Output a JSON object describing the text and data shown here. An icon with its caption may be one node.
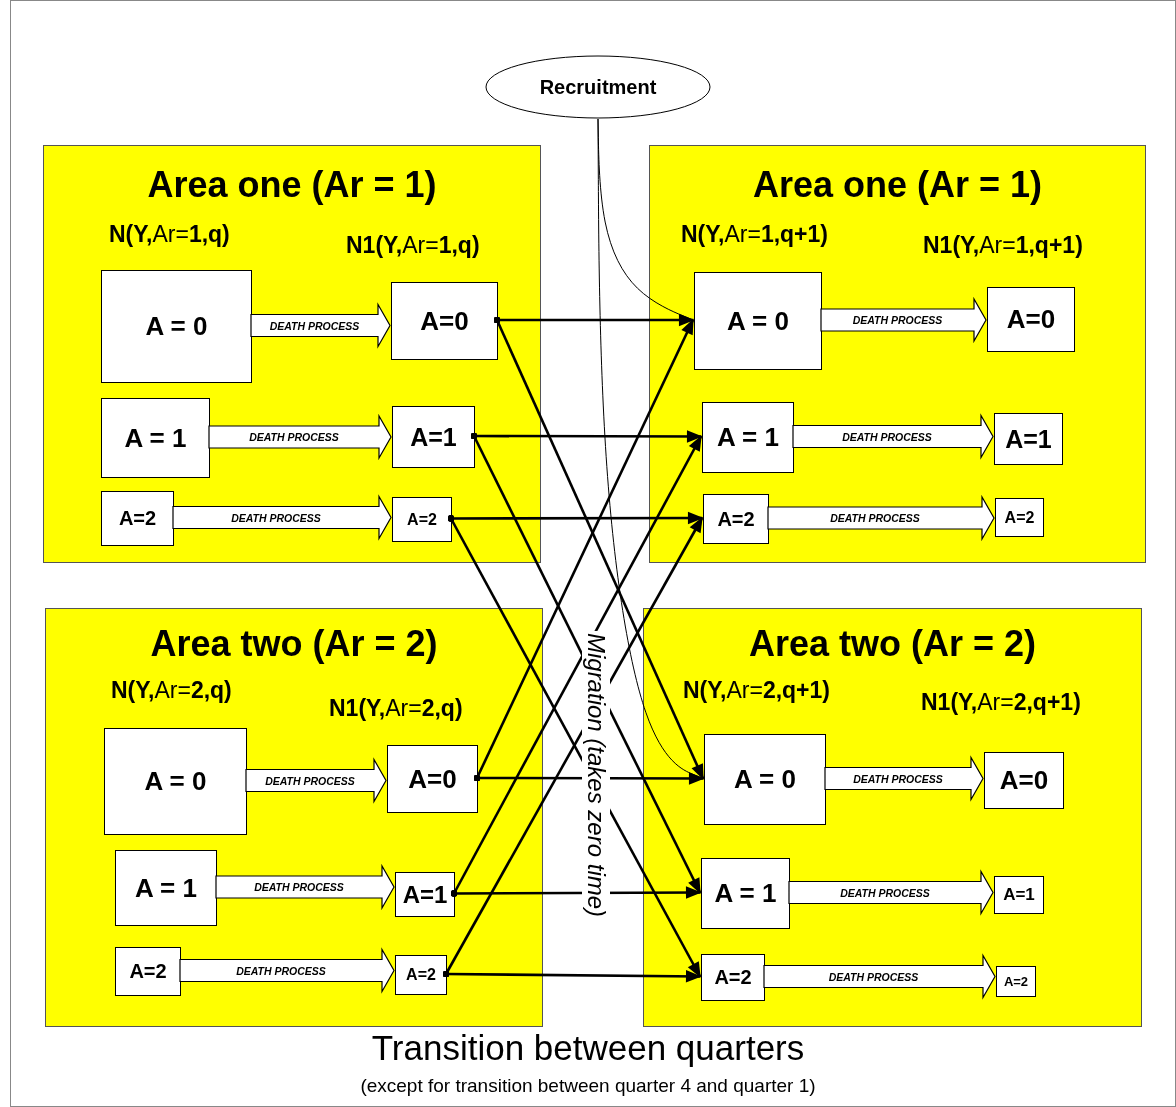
{
  "diagram": {
    "title": "Transition between quarters",
    "caption": "(except for transition between quarter 4 and quarter 1)",
    "nodes": [
      {
        "text": [
          "Recruitment"
        ]
      },
      {
        "text": [
          "Area one (Ar = 1)",
          "**N(Y,**Ar=**1,q)**",
          "**N1(Y,**Ar=**1,q)**"
        ]
      },
      {
        "text": [
          "A = 0"
        ],
        "in": 1
      },
      {
        "text": [
          "A=0"
        ],
        "in": 1
      },
      {
        "text": [
          "A = 1"
        ],
        "in": 1
      },
      {
        "text": [
          "A=1"
        ],
        "in": 1
      },
      {
        "text": [
          "A=2"
        ],
        "in": 1
      },
      {
        "text": [
          "A=2"
        ],
        "in": 1
      },
      {
        "text": [
          "Area one (Ar = 1)",
          "**N(Y,**Ar=**1,q+1)**",
          "**N1(Y,**Ar=**1,q+1)**"
        ]
      },
      {
        "text": [
          "A = 0"
        ],
        "in": 8
      },
      {
        "text": [
          "A=0"
        ],
        "in": 8
      },
      {
        "text": [
          "A = 1"
        ],
        "in": 8
      },
      {
        "text": [
          "A=1"
        ],
        "in": 8
      },
      {
        "text": [
          "A=2"
        ],
        "in": 8
      },
      {
        "text": [
          "A=2"
        ],
        "in": 8
      },
      {
        "text": [
          "Area two (Ar = 2)",
          "**N(Y,**Ar=**2,q)**",
          "**N1(Y,**Ar=**2,q)**"
        ]
      },
      {
        "text": [
          "A = 0"
        ],
        "in": 15
      },
      {
        "text": [
          "A=0"
        ],
        "in": 15
      },
      {
        "text": [
          "A = 1"
        ],
        "in": 15
      },
      {
        "text": [
          "A=1"
        ],
        "in": 15
      },
      {
        "text": [
          "A=2"
        ],
        "in": 15
      },
      {
        "text": [
          "A=2"
        ],
        "in": 15
      },
      {
        "text": [
          "Area two (Ar = 2)",
          "**N(Y,**Ar=**2,q+1)**",
          "**N1(Y,**Ar=**2,q+1)**"
        ]
      },
      {
        "text": [
          "A = 0"
        ],
        "in": 22
      },
      {
        "text": [
          "A=0"
        ],
        "in": 22
      },
      {
        "text": [
          "A = 1"
        ],
        "in": 22
      },
      {
        "text": [
          "A=1"
        ],
        "in": 22
      },
      {
        "text": [
          "A=2"
        ],
        "in": 22
      },
      {
        "text": [
          "A=2"
        ],
        "in": 22
      }
    ],
    "edges": [
      {
        "from": 2,
        "to": 3,
        "arrow": "to",
        "label": "DEATH PROCESS",
        "style": "thick"
      },
      {
        "from": 4,
        "to": 5,
        "arrow": "to",
        "label": "DEATH PROCESS",
        "style": "thick"
      },
      {
        "from": 6,
        "to": 7,
        "arrow": "to",
        "label": "DEATH PROCESS",
        "style": "thick"
      },
      {
        "from": 9,
        "to": 10,
        "arrow": "to",
        "label": "DEATH PROCESS",
        "style": "thick"
      },
      {
        "from": 11,
        "to": 12,
        "arrow": "to",
        "label": "DEATH PROCESS",
        "style": "thick"
      },
      {
        "from": 13,
        "to": 14,
        "arrow": "to",
        "label": "DEATH PROCESS",
        "style": "thick"
      },
      {
        "from": 16,
        "to": 17,
        "arrow": "to",
        "label": "DEATH PROCESS",
        "style": "thick"
      },
      {
        "from": 18,
        "to": 19,
        "arrow": "to",
        "label": "DEATH PROCESS",
        "style": "thick"
      },
      {
        "from": 20,
        "to": 21,
        "arrow": "to",
        "label": "DEATH PROCESS",
        "style": "thick"
      },
      {
        "from": 23,
        "to": 24,
        "arrow": "to",
        "label": "DEATH PROCESS",
        "style": "thick"
      },
      {
        "from": 25,
        "to": 26,
        "arrow": "to",
        "label": "DEATH PROCESS",
        "style": "thick"
      },
      {
        "from": 27,
        "to": 28,
        "arrow": "to",
        "label": "DEATH PROCESS",
        "style": "thick"
      },
      {
        "from": 3,
        "to": 9,
        "arrow": "to"
      },
      {
        "from": 3,
        "to": 23,
        "arrow": "to"
      },
      {
        "from": 5,
        "to": 11,
        "arrow": "to"
      },
      {
        "from": 5,
        "to": 25,
        "arrow": "to"
      },
      {
        "from": 7,
        "to": 13,
        "arrow": "to"
      },
      {
        "from": 7,
        "to": 27,
        "arrow": "to"
      },
      {
        "from": 17,
        "to": 23,
        "arrow": "to"
      },
      {
        "from": 17,
        "to": 9,
        "arrow": "to"
      },
      {
        "from": 19,
        "to": 25,
        "arrow": "to"
      },
      {
        "from": 19,
        "to": 11,
        "arrow": "to"
      },
      {
        "from": 21,
        "to": 27,
        "arrow": "to"
      },
      {
        "from": 21,
        "to": 13,
        "arrow": "to"
      },
      {
        "from": 0,
        "to": 9,
        "arrow": "none"
      },
      {
        "from": 0,
        "to": 23,
        "arrow": "none"
      }
    ],
    "labels": [
      "Migration (takes zero time)"
    ]
  }
}
